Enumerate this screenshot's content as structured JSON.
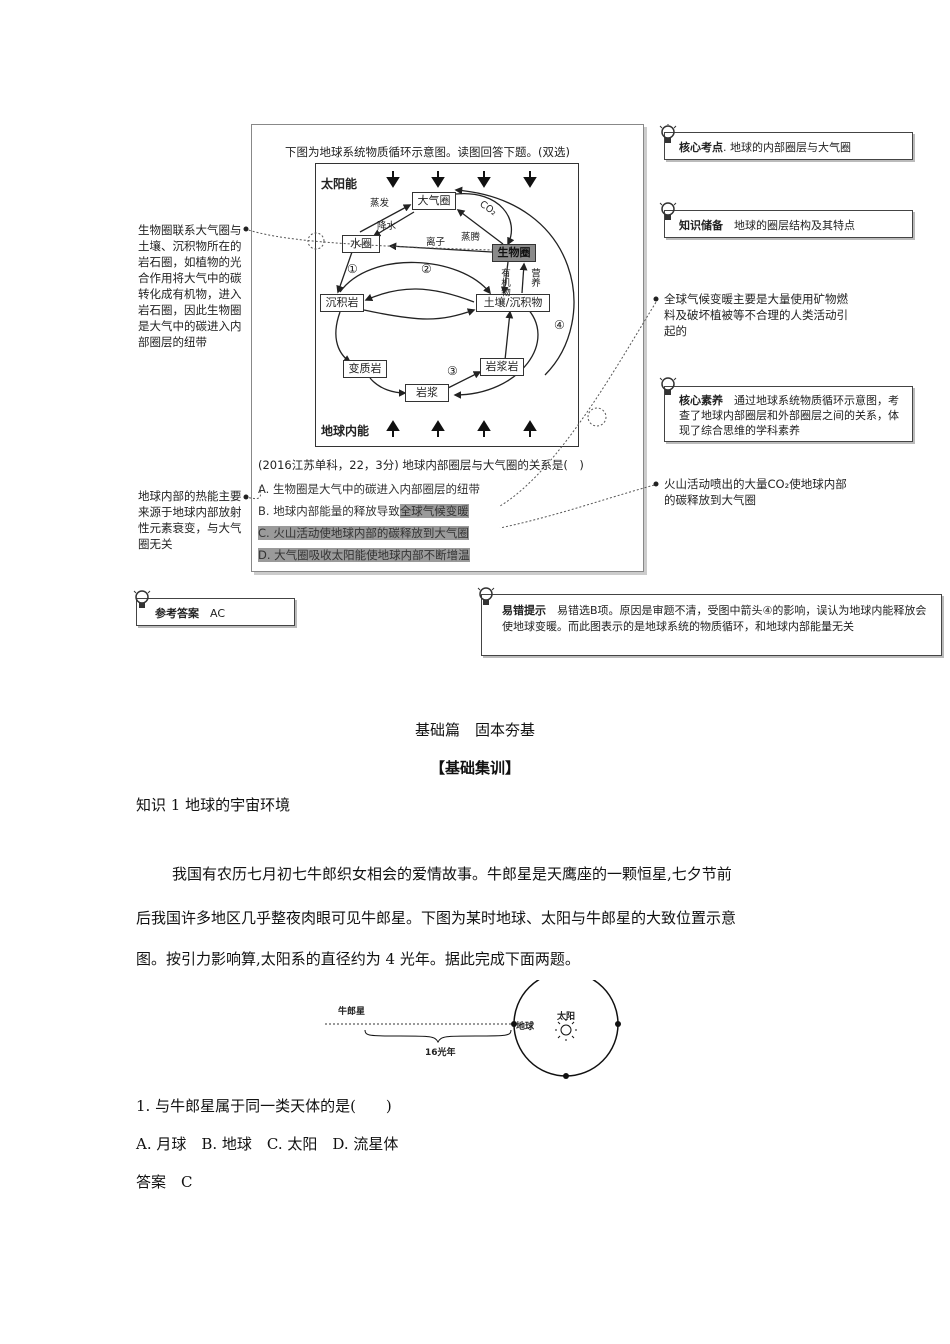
{
  "top_diagram": {
    "intro": "下图为地球系统物质循环示意图。读图回答下题。(双选)",
    "sun_label": "太阳能",
    "earth_energy_label": "地球内能",
    "nodes": {
      "atmosphere": "大气圈",
      "water": "水圈",
      "biosphere": "生物圈",
      "sedimentary": "沉积岩",
      "soil": "土壤/沉积物",
      "metamorphic": "变质岩",
      "magmatic": "岩浆岩",
      "magma": "岩浆"
    },
    "arrow_labels": {
      "evaporation": "蒸发",
      "precipitation": "降水",
      "transpiration": "蒸腾",
      "co2": "CO₂",
      "ions": "离子",
      "organics": "有机物",
      "nutrients": "营养",
      "c1": "①",
      "c2": "②",
      "c3": "③",
      "c4": "④"
    },
    "question": "(2016江苏单科，22，3分) 地球内部圈层与大气圈的关系是(　)",
    "options": {
      "a": "A. 生物圈是大气中的碳进入内部圈层的纽带",
      "b_pre": "B. 地球内部能量的释放导致",
      "b_hl": "全球气候变暖",
      "c": "C. 火山活动使地球内部的碳释放到大气圈",
      "d": "D. 大气圈吸收太阳能使地球内部不断增温"
    }
  },
  "side_notes": {
    "left_top": "生物圈联系大气圈与土壤、沉积物所在的岩石圈，如植物的光合作用将大气中的碳转化成有机物，进入岩石圈，因此生物圈是大气中的碳进入内部圈层的纽带",
    "left_bottom": "地球内部的热能主要来源于地球内部放射性元素衰变，与大气圈无关",
    "right_mid": "全球气候变暖主要是大量使用矿物燃料及破坏植被等不合理的人类活动引起的",
    "right_bottom": "火山活动喷出的大量CO₂使地球内部的碳释放到大气圈"
  },
  "boxes": {
    "core_point_label": "核心考点",
    "core_point_text": "地球的内部圈层与大气圈",
    "knowledge_label": "知识储备",
    "knowledge_text": "地球的圈层结构及其特点",
    "literacy_label": "核心素养",
    "literacy_text": "通过地球系统物质循环示意图，考查了地球内部圈层和外部圈层之间的关系，体现了综合思维的学科素养",
    "answer_label": "参考答案",
    "answer_text": "AC",
    "error_label": "易错提示",
    "error_text": "易错选B项。原因是审题不清，受图中箭头④的影响，误认为地球内能释放会使地球变暖。而此图表示的是地球系统的物质循环，和地球内部能量无关"
  },
  "section": {
    "title": "基础篇　固本夯基",
    "subtitle": "【基础集训】",
    "knowledge": "知识 1  地球的宇宙环境",
    "para1": "我国有农历七月初七牛郎织女相会的爱情故事。牛郎星是天鹰座的一颗恒星,七夕节前",
    "para2": "后我国许多地区几乎整夜肉眼可见牛郎星。下图为某时地球、太阳与牛郎星的大致位置示意",
    "para3": "图。按引力影响算,太阳系的直径约为 4 光年。据此完成下面两题。"
  },
  "figure2": {
    "altair": "牛郎星",
    "earth": "地球",
    "sun": "太阳",
    "distance": "16光年"
  },
  "question1": {
    "stem": "1. 与牛郎星属于同一类天体的是(　　)",
    "options": "A. 月球　B. 地球　C. 太阳　D. 流星体",
    "answer": "答案　C"
  }
}
